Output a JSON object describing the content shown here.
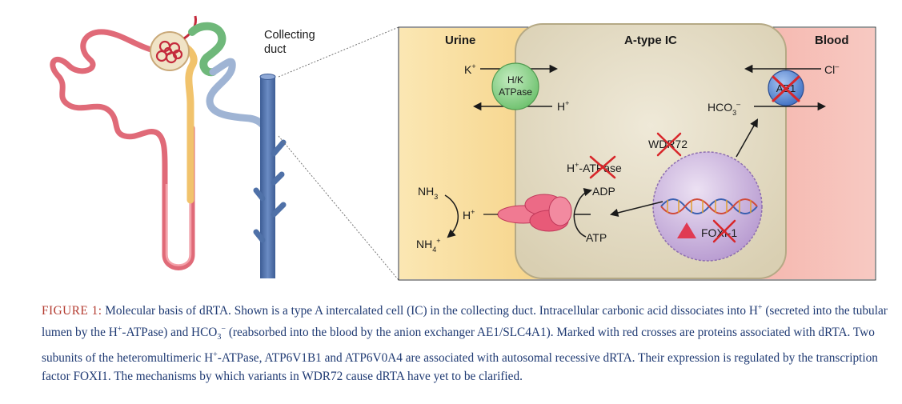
{
  "nephron": {
    "collecting_duct_label_1": "Collecting",
    "collecting_duct_label_2": "duct"
  },
  "cell": {
    "urine_header": "Urine",
    "cell_header": "A-type IC",
    "blood_header": "Blood",
    "k_label": "K",
    "k_sup": "+",
    "hk_label_1": "H/K",
    "hk_label_2": "ATPase",
    "h_out_label": "H",
    "h_out_sup": "+",
    "cl_label": "Cl",
    "cl_sup": "–",
    "ae1_label": "AE1",
    "hco3_label": "HCO",
    "hco3_sub": "3",
    "hco3_sup": "–",
    "wdr72_label": "WDR72",
    "hatpase_label_h": "H",
    "hatpase_label_sup": "+",
    "hatpase_label_rest": "-ATPase",
    "adp_label": "ADP",
    "atp_label": "ATP",
    "nh3_label": "NH",
    "nh3_sub": "3",
    "nh4_label": "NH",
    "nh4_sub": "4",
    "nh4_sup": "+",
    "h_lumen_label": "H",
    "h_lumen_sup": "+",
    "foxi1_label": "FOXI-1"
  },
  "caption": {
    "figure_label": "FIGURE 1:",
    "seg1": " Molecular basis of dRTA. Shown is a type A intercalated cell (IC) in the collecting duct. Intracellular carbonic acid dissociates into H",
    "seg1_sup": "+",
    "seg2": " (secreted into the tubular lumen by the H",
    "seg2_sup": "+",
    "seg3": "-ATPase) and HCO",
    "seg3_sub": "3",
    "seg3_sup": "−",
    "seg4": " (reabsorbed into the blood by the anion exchanger AE1/SLC4A1). Marked with red crosses are proteins associated with dRTA. Two subunits of the heteromultimeric H",
    "seg4_sup": "+",
    "seg5": "-ATPase, ATP6V1B1 and ATP6V0A4 are associated with autosomal recessive dRTA. Their expression is regulated by the transcription factor FOXI1. The mechanisms by which variants in WDR72 cause dRTA have yet to be clarified."
  },
  "colors": {
    "urine_bg": "#f9dfa0",
    "cell_bg": "#e4dcc5",
    "blood_bg": "#f4a8a0",
    "tubule_pink": "#e06a78",
    "tubule_yellow": "#f1c36c",
    "tubule_green": "#6fb87a",
    "tubule_blue": "#9fb4d4",
    "duct_blue": "#4f71a8",
    "hk_green": "#8fd08f",
    "ae1_blue": "#5a8ad8",
    "nucleus_purple": "#c9b3dc",
    "atpase_pink": "#e85a78",
    "cross_red": "#d8262a",
    "caption_blue": "#1f3a73",
    "caption_red": "#b33a2f"
  }
}
